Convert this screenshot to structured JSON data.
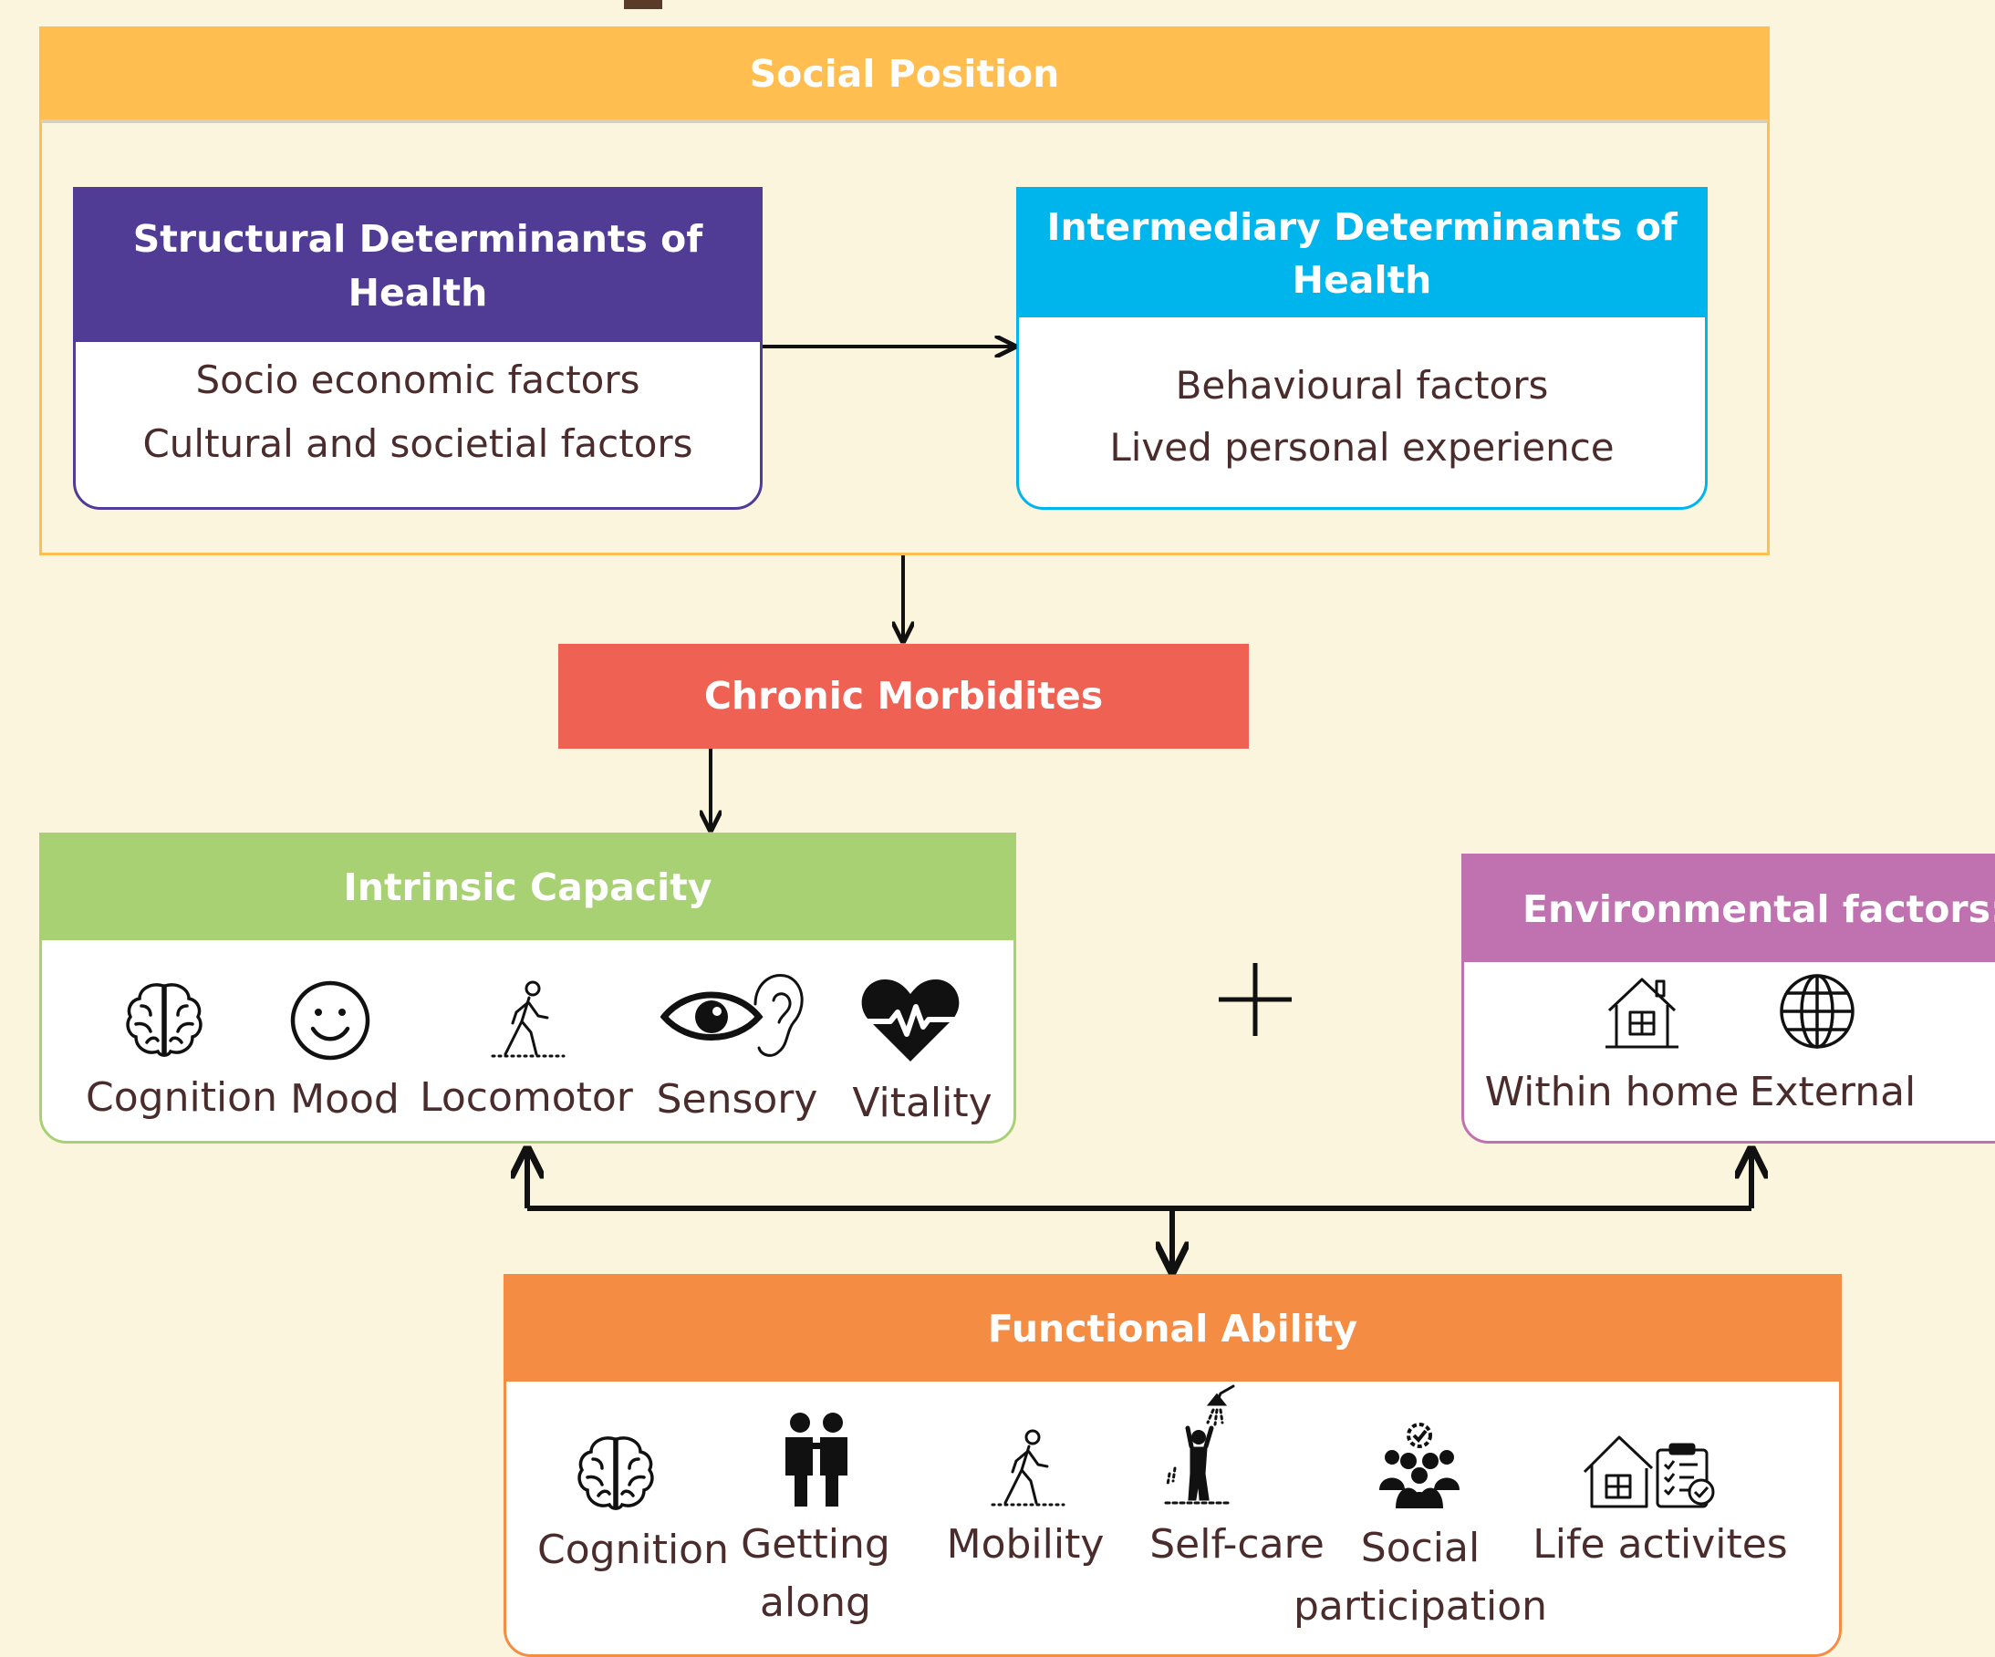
{
  "social_position": {
    "title": "Social Position"
  },
  "structural": {
    "title": "Structural Determinants of Health",
    "items": [
      "Socio economic factors",
      "Cultural and societial factors"
    ]
  },
  "intermediary": {
    "title": "Intermediary Determinants of Health",
    "items": [
      "Behavioural factors",
      "Lived personal experience"
    ]
  },
  "chronic": {
    "title": "Chronic Morbidites"
  },
  "intrinsic": {
    "title": "Intrinsic Capacity",
    "items": [
      {
        "label": "Cognition",
        "icon": "brain-icon"
      },
      {
        "label": "Mood",
        "icon": "smiley-icon"
      },
      {
        "label": "Locomotor",
        "icon": "walking-person-icon"
      },
      {
        "label": "Sensory",
        "icon": "eye-ear-icon"
      },
      {
        "label": "Vitality",
        "icon": "heart-pulse-icon"
      }
    ]
  },
  "plus_symbol": "+",
  "environmental": {
    "title": "Environmental factors:",
    "items": [
      {
        "label": "Within home",
        "icon": "house-icon"
      },
      {
        "label": "External",
        "icon": "globe-icon"
      }
    ]
  },
  "functional": {
    "title": "Functional Ability",
    "items": [
      {
        "label": "Cognition",
        "icon": "brain-icon"
      },
      {
        "label": "Getting along",
        "icon": "two-people-icon"
      },
      {
        "label": "Mobility",
        "icon": "walking-person-icon"
      },
      {
        "label": "Self-care",
        "icon": "shower-person-icon"
      },
      {
        "label": "Social participation",
        "icon": "group-people-icon"
      },
      {
        "label": "Life activites",
        "icon": "house-checklist-icon"
      }
    ]
  },
  "colors": {
    "background": "#fbf5dd",
    "social_position": "#ffbe4f",
    "structural": "#503b95",
    "intermediary": "#00b4ec",
    "chronic": "#ef6253",
    "intrinsic": "#a8d174",
    "environmental": "#c071b0",
    "functional": "#f48c43",
    "text": "#4a2c2c"
  }
}
